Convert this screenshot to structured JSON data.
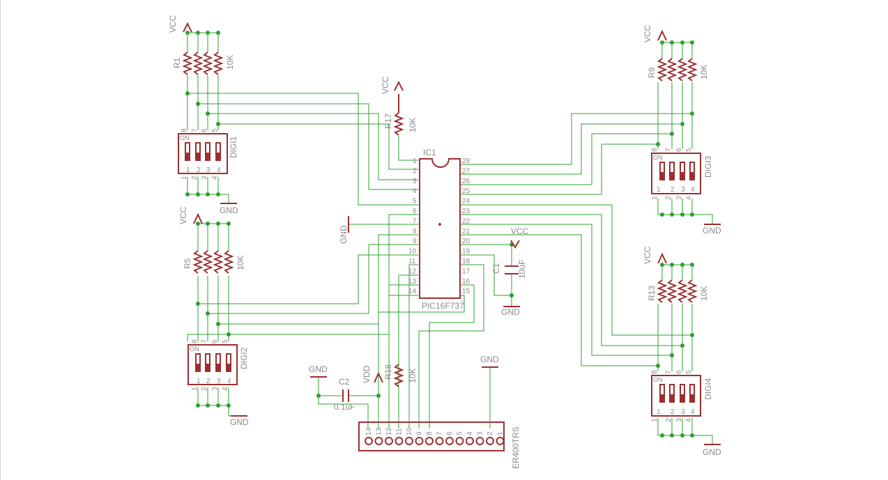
{
  "labels": {
    "vcc": "VCC",
    "gnd": "GND",
    "vdd": "VDD",
    "r1": "R1",
    "r5": "R5",
    "r9": "R9",
    "r13": "R13",
    "r17": "R17",
    "r18": "R18",
    "r_value": "10K",
    "ic1": "IC1",
    "ic1_part": "PIC16F737",
    "c1": "C1",
    "c1_value": "10uF",
    "c2": "C2",
    "c2_value": "0.1uF",
    "digi1": "DIGI1",
    "digi2": "DIGI2",
    "digi3": "DIGI3",
    "digi4": "DIGI4",
    "on": "ON",
    "lcd": "ER400TRS"
  },
  "ic_pins_left": [
    "1",
    "2",
    "3",
    "4",
    "5",
    "6",
    "7",
    "8",
    "9",
    "10",
    "11",
    "12",
    "13",
    "14"
  ],
  "ic_pins_right": [
    "28",
    "27",
    "26",
    "25",
    "24",
    "23",
    "22",
    "21",
    "20",
    "19",
    "18",
    "17",
    "16",
    "15"
  ],
  "dip_top_pins": [
    "8",
    "7",
    "6",
    "5"
  ],
  "dip_bottom_pins": [
    "1",
    "2",
    "3",
    "4"
  ],
  "lcd_pins": [
    "14",
    "13",
    "12",
    "11",
    "10",
    "9",
    "8",
    "7",
    "6",
    "5",
    "4",
    "3",
    "2",
    "1"
  ],
  "colors": {
    "wire": "#2ca02c",
    "part": "#9b2f2f",
    "text": "#8a8a8a"
  }
}
